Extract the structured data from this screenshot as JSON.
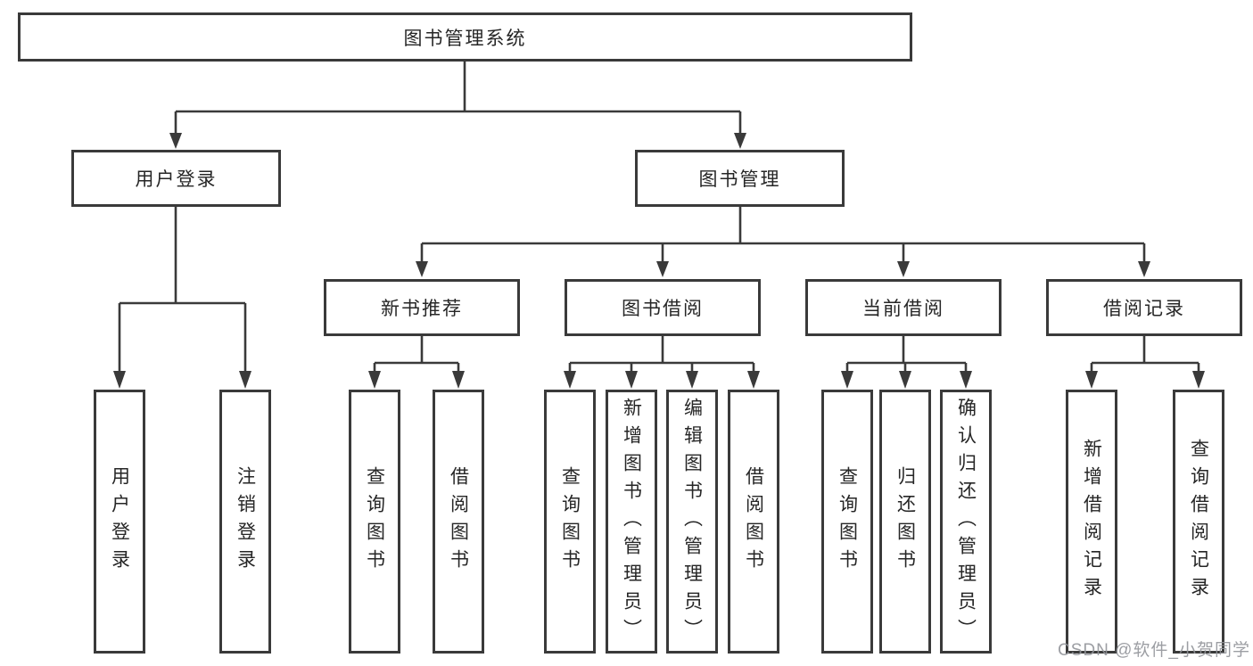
{
  "diagram": {
    "root": {
      "label": "图书管理系统"
    },
    "level2": [
      {
        "label": "用户登录"
      },
      {
        "label": "图书管理"
      }
    ],
    "level3": [
      {
        "label": "新书推荐"
      },
      {
        "label": "图书借阅"
      },
      {
        "label": "当前借阅"
      },
      {
        "label": "借阅记录"
      }
    ],
    "leaves": [
      {
        "label": "用户登录"
      },
      {
        "label": "注销登录"
      },
      {
        "label": "查询图书"
      },
      {
        "label": "借阅图书"
      },
      {
        "label": "查询图书"
      },
      {
        "label": "新增图书（管理员）"
      },
      {
        "label": "编辑图书（管理员）"
      },
      {
        "label": "借阅图书"
      },
      {
        "label": "查询图书"
      },
      {
        "label": "归还图书"
      },
      {
        "label": "确认归还（管理员）"
      },
      {
        "label": "新增借阅记录"
      },
      {
        "label": "查询借阅记录"
      }
    ],
    "hierarchy": {
      "图书管理系统": [
        "用户登录",
        "图书管理"
      ],
      "用户登录": [
        "用户登录",
        "注销登录"
      ],
      "图书管理": [
        "新书推荐",
        "图书借阅",
        "当前借阅",
        "借阅记录"
      ],
      "新书推荐": [
        "查询图书",
        "借阅图书"
      ],
      "图书借阅": [
        "查询图书",
        "新增图书（管理员）",
        "编辑图书（管理员）",
        "借阅图书"
      ],
      "当前借阅": [
        "查询图书",
        "归还图书",
        "确认归还（管理员）"
      ],
      "借阅记录": [
        "新增借阅记录",
        "查询借阅记录"
      ]
    },
    "watermark": "CSDN @软件_小贺同学",
    "colors": {
      "line": "#3a3a3a",
      "box_border": "#3a3a3a",
      "text": "#262626",
      "watermark": "#919499",
      "background": "#ffffff"
    }
  }
}
